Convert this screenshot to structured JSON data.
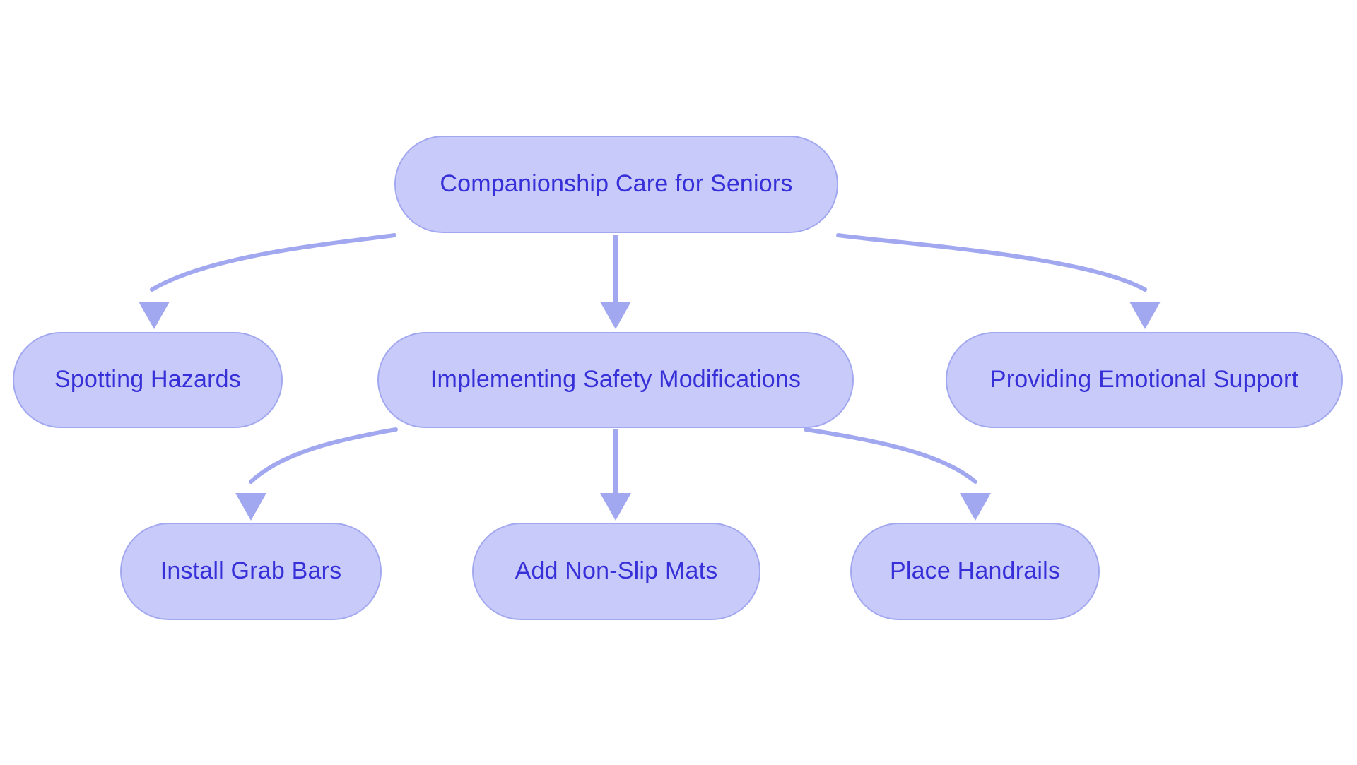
{
  "diagram": {
    "type": "flowchart",
    "direction": "top-down",
    "title": "Companionship Care for Seniors",
    "colors": {
      "node_fill": "#c8cbfa",
      "node_border": "#a2a8ef",
      "node_text": "#3730d8",
      "edge_stroke": "#a2a8ef",
      "arrowhead_fill": "#a2a8ef",
      "background": "#ffffff"
    },
    "nodes": [
      {
        "id": "root",
        "label": "Companionship Care for Seniors",
        "level": 1
      },
      {
        "id": "spotting-hazards",
        "label": "Spotting Hazards",
        "level": 2
      },
      {
        "id": "implementing-safety-modifications",
        "label": "Implementing Safety Modifications",
        "level": 2
      },
      {
        "id": "providing-emotional-support",
        "label": "Providing Emotional Support",
        "level": 2
      },
      {
        "id": "install-grab-bars",
        "label": "Install Grab Bars",
        "level": 3
      },
      {
        "id": "add-non-slip-mats",
        "label": "Add Non-Slip Mats",
        "level": 3
      },
      {
        "id": "place-handrails",
        "label": "Place Handrails",
        "level": 3
      }
    ],
    "edges": [
      {
        "from": "root",
        "to": "spotting-hazards",
        "style": "curved",
        "arrow": "triangle"
      },
      {
        "from": "root",
        "to": "implementing-safety-modifications",
        "style": "straight",
        "arrow": "triangle"
      },
      {
        "from": "root",
        "to": "providing-emotional-support",
        "style": "curved",
        "arrow": "triangle"
      },
      {
        "from": "implementing-safety-modifications",
        "to": "install-grab-bars",
        "style": "curved",
        "arrow": "triangle"
      },
      {
        "from": "implementing-safety-modifications",
        "to": "add-non-slip-mats",
        "style": "straight",
        "arrow": "triangle"
      },
      {
        "from": "implementing-safety-modifications",
        "to": "place-handrails",
        "style": "curved",
        "arrow": "triangle"
      }
    ]
  }
}
